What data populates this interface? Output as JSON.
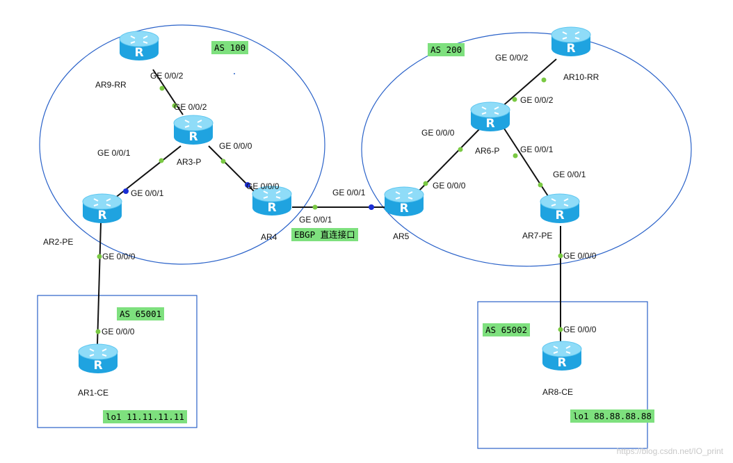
{
  "as_tags": {
    "as100": "AS 100",
    "as200": "AS 200",
    "as65001": "AS 65001",
    "as65002": "AS 65002",
    "ebgp": "EBGP 直连接口",
    "lo1_ar1": "lo1 11.11.11.11",
    "lo1_ar8": "lo1 88.88.88.88"
  },
  "routers": {
    "ar9": "AR9-RR",
    "ar3": "AR3-P",
    "ar2": "AR2-PE",
    "ar4": "AR4",
    "ar1": "AR1-CE",
    "ar5": "AR5",
    "ar6": "AR6-P",
    "ar10": "AR10-RR",
    "ar7": "AR7-PE",
    "ar8": "AR8-CE"
  },
  "ports": {
    "ar9_g002": "GE 0/0/2",
    "ar3_g002": "GE 0/0/2",
    "ar3_g001": "GE 0/0/1",
    "ar3_g000": "GE 0/0/0",
    "ar2_g001": "GE 0/0/1",
    "ar4_g000": "GE 0/0/0",
    "ar2_g000": "GE 0/0/0",
    "ar1_g000": "GE 0/0/0",
    "ar4_g001": "GE 0/0/1",
    "ar5_g001": "GE 0/0/1",
    "ar5_g000": "GE 0/0/0",
    "ar6_g000": "GE 0/0/0",
    "ar10_g002": "GE 0/0/2",
    "ar6_g002": "GE 0/0/2",
    "ar6_g001": "GE 0/0/1",
    "ar7_g001": "GE 0/0/1",
    "ar7_g000": "GE 0/0/0",
    "ar8_g000": "GE 0/0/0"
  },
  "watermark": "https://blog.csdn.net/IO_print",
  "colors": {
    "router_body": "#2bb0e8",
    "router_top": "#7fd6f7",
    "link": "#111111",
    "port_dot": "#7ac943",
    "port_dot_blue": "#1a2fd6",
    "boundary": "#2a62c9",
    "tag_bg": "#7ee07e"
  }
}
